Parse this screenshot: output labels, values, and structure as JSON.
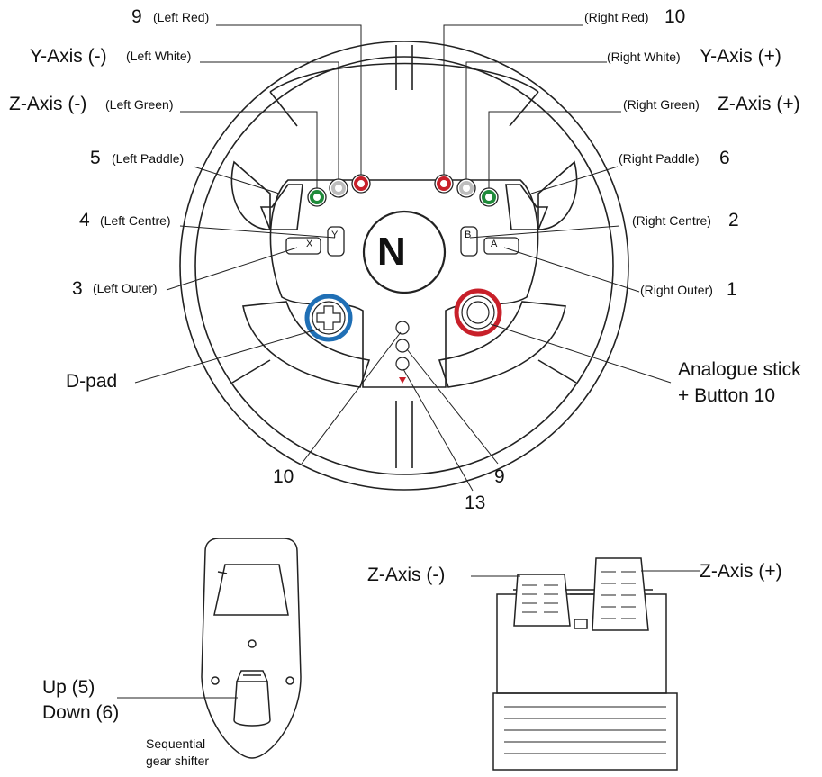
{
  "labels": {
    "left_red": "(Left Red)",
    "left_red_num": "9",
    "right_red": "(Right Red)",
    "right_red_num": "10",
    "left_white": "(Left White)",
    "left_white_axis": "Y-Axis (-)",
    "right_white": "(Right White)",
    "right_white_axis": "Y-Axis (+)",
    "left_green": "(Left Green)",
    "left_green_axis": "Z-Axis (-)",
    "right_green": "(Right Green)",
    "right_green_axis": "Z-Axis (+)",
    "left_paddle": "(Left Paddle)",
    "left_paddle_num": "5",
    "right_paddle": "(Right Paddle)",
    "right_paddle_num": "6",
    "left_centre": "(Left Centre)",
    "left_centre_num": "4",
    "right_centre": "(Right Centre)",
    "right_centre_num": "2",
    "left_outer": "(Left Outer)",
    "left_outer_num": "3",
    "right_outer": "(Right Outer)",
    "right_outer_num": "1",
    "dpad": "D-pad",
    "analogue_line1": "Analogue stick",
    "analogue_line2": "+ Button 10",
    "bottom_10": "10",
    "bottom_9": "9",
    "bottom_13": "13",
    "up": "Up (5)",
    "down": "Down (6)",
    "shifter_line1": "Sequential",
    "shifter_line2": "gear shifter",
    "pedal_left": "Z-Axis (-)",
    "pedal_right": "Z-Axis (+)"
  },
  "wheel": {
    "logo": "N",
    "btn_y": "Y",
    "btn_x": "X",
    "btn_b": "B",
    "btn_a": "A"
  },
  "colors": {
    "red": "#c8202a",
    "green": "#1f8a3a",
    "white_button": "#cfcfcf",
    "blue": "#1f6fb5",
    "line": "#222222"
  }
}
